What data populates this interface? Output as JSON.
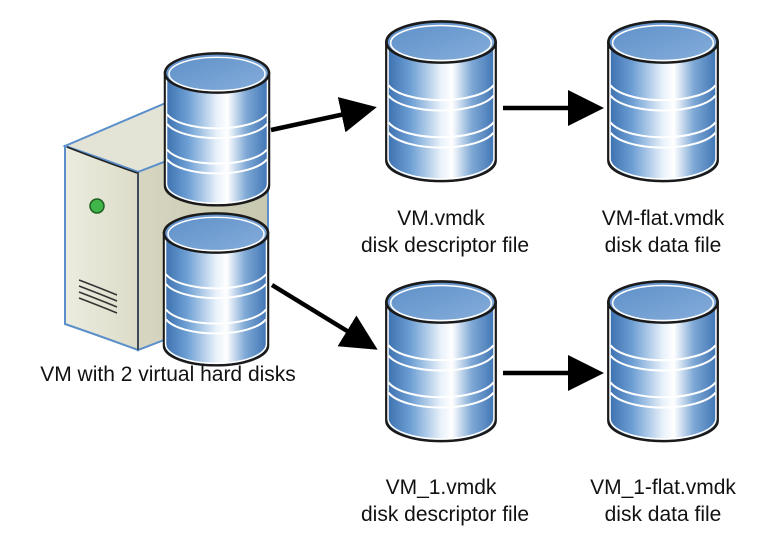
{
  "diagram": {
    "title": "VM virtual disk files",
    "nodes": {
      "vm": {
        "label": "VM with 2 virtual hard disks",
        "icon": "server-icon",
        "disk_count": 2
      },
      "disk1_descriptor": {
        "line1": "VM.vmdk",
        "line2": "disk descriptor file",
        "icon": "database-disk-icon"
      },
      "disk1_data": {
        "line1": "VM-flat.vmdk",
        "line2": "disk data file",
        "icon": "database-disk-icon"
      },
      "disk2_descriptor": {
        "line1": "VM_1.vmdk",
        "line2": "disk descriptor file",
        "icon": "database-disk-icon"
      },
      "disk2_data": {
        "line1": "VM_1-flat.vmdk",
        "line2": "disk data file",
        "icon": "database-disk-icon"
      }
    },
    "edges": [
      {
        "from": "vm_disk_1",
        "to": "disk1_descriptor"
      },
      {
        "from": "disk1_descriptor",
        "to": "disk1_data"
      },
      {
        "from": "vm_disk_2",
        "to": "disk2_descriptor"
      },
      {
        "from": "disk2_descriptor",
        "to": "disk2_data"
      }
    ],
    "colors": {
      "disk_top": "#6f9fd1",
      "disk_side_dark": "#3e74b3",
      "disk_highlight": "#ffffff",
      "server_face": "#e3e3d3",
      "server_side": "#d4d4bf",
      "server_edge": "#5b8fc9",
      "power_led": "#3fb54a",
      "arrow": "#000000"
    }
  }
}
